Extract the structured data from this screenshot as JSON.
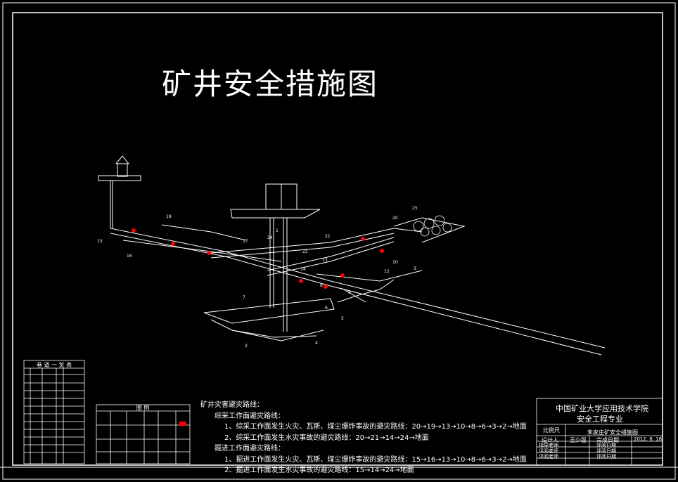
{
  "title": "矿井安全措施图",
  "evacuation": {
    "heading": "矿井灾害避灾路线：",
    "mining_face": "综采工作面避灾路线：",
    "mining_route_1": "1、综采工作面发生火灾、瓦斯、煤尘爆炸事故的避灾路线：20→19→13→10→8→6→3→2→地面",
    "mining_route_2": "2、综采工作面发生水灾事故的避灾路线：20→21→14→24→地面",
    "driving_face": "掘进工作面避灾路线：",
    "driving_route_1": "1、掘进工作面发生火灾、瓦斯、煤尘爆炸事故的避灾路线：15→16→13→10→8→6→3→2→地面",
    "driving_route_2": "2、掘进工作面发生水灾事故的避灾路线：15→14→24→地面"
  },
  "title_block": {
    "school": "中国矿业大学应用技术学院",
    "major": "安全工程专业",
    "scale_label": "比例尺",
    "drawing_name": "朱家庄矿安全措施图",
    "designer_label": "设计人",
    "designer": "王少磊",
    "date_label": "完成日期",
    "date": "2012. 6. 18",
    "advisor_label": "指导老师",
    "reviewer_label_1": "评阅老师",
    "reviewer_label_2": "评阅老师",
    "review_date_1": "评阅日期",
    "review_date_2": "评阅日期",
    "review_date_3": "评阅日期"
  },
  "roadway_table": {
    "title": "巷 道 一 览 表"
  },
  "legend": {
    "title": "图      例"
  },
  "point_labels": [
    "1",
    "2",
    "3",
    "4",
    "5",
    "6",
    "7",
    "8",
    "9",
    "10",
    "12",
    "13",
    "14",
    "15",
    "16",
    "17",
    "19",
    "20",
    "21",
    "22",
    "24",
    "25"
  ],
  "colors": {
    "background": "#000000",
    "line": "#ffffff",
    "marker": "#ff0000"
  }
}
